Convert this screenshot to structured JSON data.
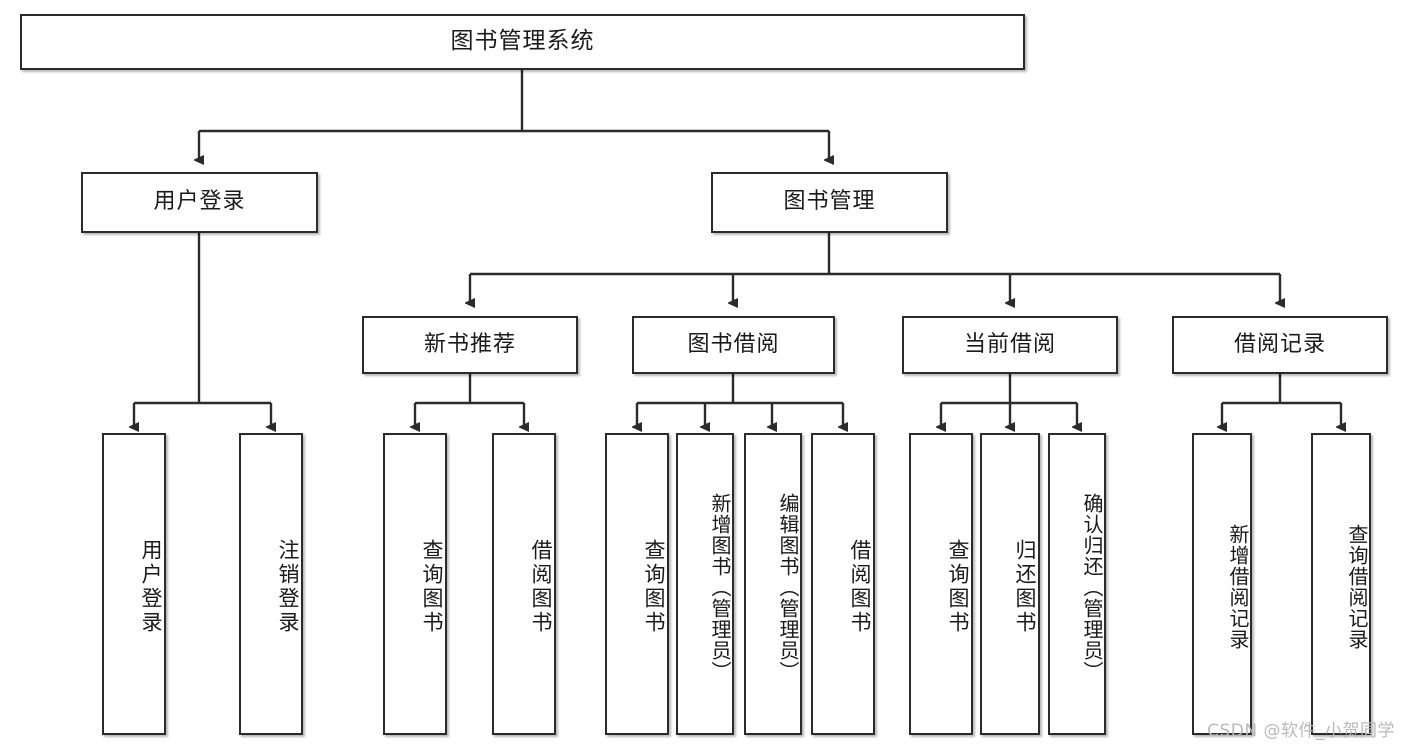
{
  "diagram": {
    "title": "图书管理系统",
    "type": "tree-hierarchy-diagram",
    "colors": {
      "stroke": "#2b2b2b",
      "fill": "#ffffff",
      "text": "#1a1a1a",
      "watermark": "#b9b9b9"
    },
    "nodes": {
      "root": {
        "label": "图书管理系统"
      },
      "level1": [
        {
          "label": "用户登录"
        },
        {
          "label": "图书管理"
        }
      ],
      "level2": [
        {
          "label": "新书推荐"
        },
        {
          "label": "图书借阅"
        },
        {
          "label": "当前借阅"
        },
        {
          "label": "借阅记录"
        }
      ],
      "leaves": [
        {
          "label": "用户登录"
        },
        {
          "label": "注销登录"
        },
        {
          "label": "查询图书"
        },
        {
          "label": "借阅图书"
        },
        {
          "label": "查询图书"
        },
        {
          "label": "新增图书（管理员）"
        },
        {
          "label": "编辑图书（管理员）"
        },
        {
          "label": "借阅图书"
        },
        {
          "label": "查询图书"
        },
        {
          "label": "归还图书"
        },
        {
          "label": "确认归还（管理员）"
        },
        {
          "label": "新增借阅记录"
        },
        {
          "label": "查询借阅记录"
        }
      ]
    }
  },
  "watermark": {
    "text": "CSDN @软件_小贺同学"
  }
}
